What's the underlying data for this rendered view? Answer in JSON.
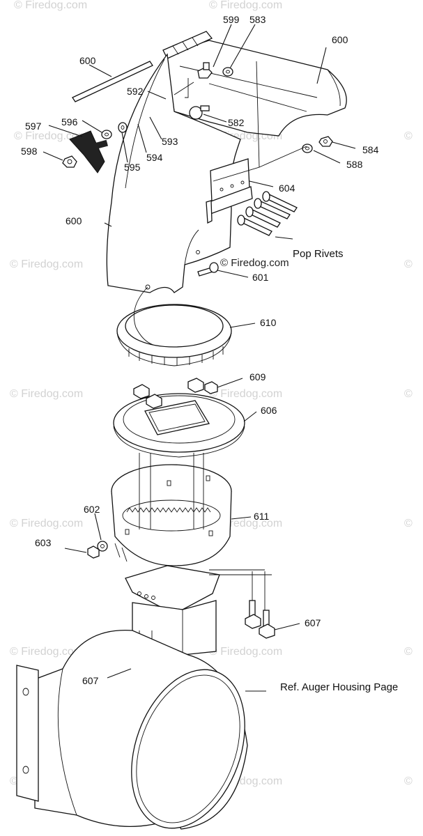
{
  "brand": "Firedog.com",
  "watermark": "© Firedog.com",
  "callouts": {
    "c600a": "600",
    "c599": "599",
    "c583": "583",
    "c600b": "600",
    "c592": "592",
    "c582": "582",
    "c597": "597",
    "c596": "596",
    "c593": "593",
    "c594": "594",
    "c595": "595",
    "c598": "598",
    "c584": "584",
    "c588": "588",
    "c604": "604",
    "c600c": "600",
    "c601": "601",
    "c610": "610",
    "c609": "609",
    "c606": "606",
    "c602": "602",
    "c611": "611",
    "c603": "603",
    "c607a": "607",
    "c607b": "607"
  },
  "notes": {
    "pop_rivets": "Pop Rivets",
    "ref_auger": "Ref. Auger Housing Page"
  }
}
